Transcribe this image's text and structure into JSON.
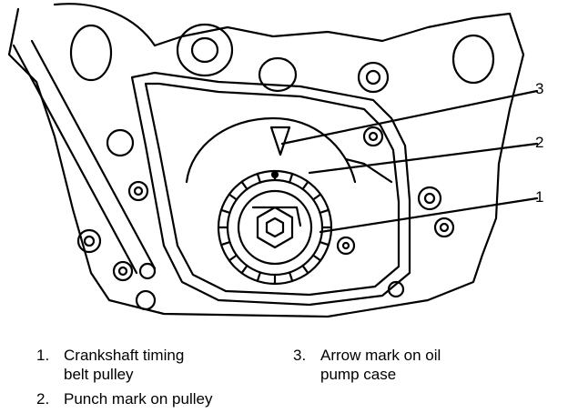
{
  "callouts": [
    {
      "number": "3",
      "target": "arrow-mark"
    },
    {
      "number": "2",
      "target": "punch-mark"
    },
    {
      "number": "1",
      "target": "crankshaft-pulley"
    }
  ],
  "legend": [
    {
      "number": "1.",
      "line1": "Crankshaft timing",
      "line2": "belt pulley"
    },
    {
      "number": "2.",
      "line1": "Punch mark on pulley",
      "line2": ""
    },
    {
      "number": "3.",
      "line1": "Arrow mark on oil",
      "line2": "pump case"
    }
  ]
}
